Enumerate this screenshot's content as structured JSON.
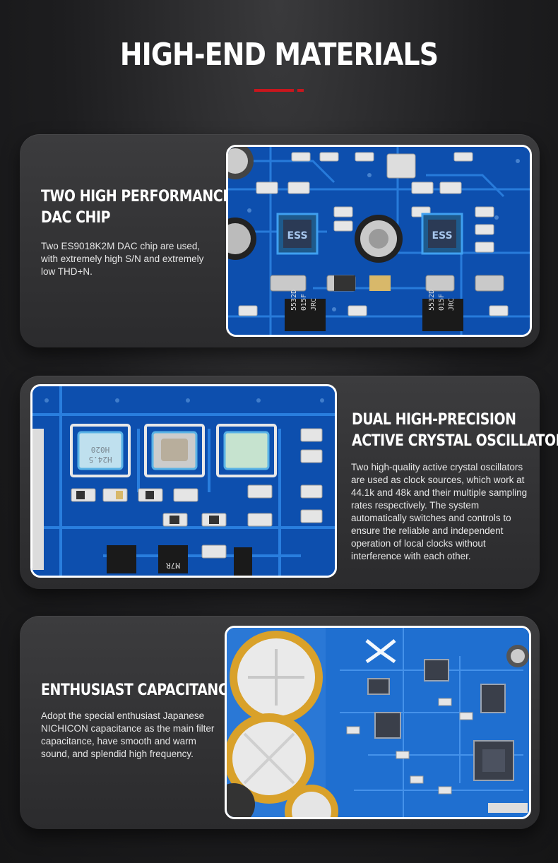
{
  "page": {
    "title": "HIGH-END MATERIALS",
    "accent_color": "#c8161d"
  },
  "cards": [
    {
      "heading_line1": "TWO HIGH PERFORMANCE",
      "heading_line2": "DAC CHIP",
      "text": "Two ES9018K2M DAC chip are used, with extremely high S/N and extremely low THD+N."
    },
    {
      "heading_line1": "DUAL HIGH-PRECISION",
      "heading_line2": "ACTIVE CRYSTAL OSCILLATOR",
      "text": "Two high-quality active crystal oscillators are used as clock sources, which work at 44.1k and 48k and their multiple sampling rates respectively. The system automatically switches and controls to ensure the reliable and independent operation of local clocks without interference with each other."
    },
    {
      "heading_line1": "ENTHUSIAST CAPACITANCE",
      "text": "Adopt the special enthusiast Japanese NICHICON capacitance as the main filter capacitance, have smooth and warm sound, and splendid high frequency."
    }
  ],
  "photo_labels": {
    "chip_left": "5532D",
    "chip_left_line2": "015F",
    "chip_left_line3": "JRC",
    "chip_right": "5532D",
    "chip_right_line2": "015F",
    "chip_right_line3": "JRC",
    "osc_left": "H020",
    "osc_left_line2": "H24.5",
    "transistor": "M7R"
  },
  "colors": {
    "pcb_blue": "#0d4fae",
    "pcb_trace": "#2f86e6",
    "card_bg": "#2f2f31",
    "capacitor_gold": "#d9a12a"
  }
}
